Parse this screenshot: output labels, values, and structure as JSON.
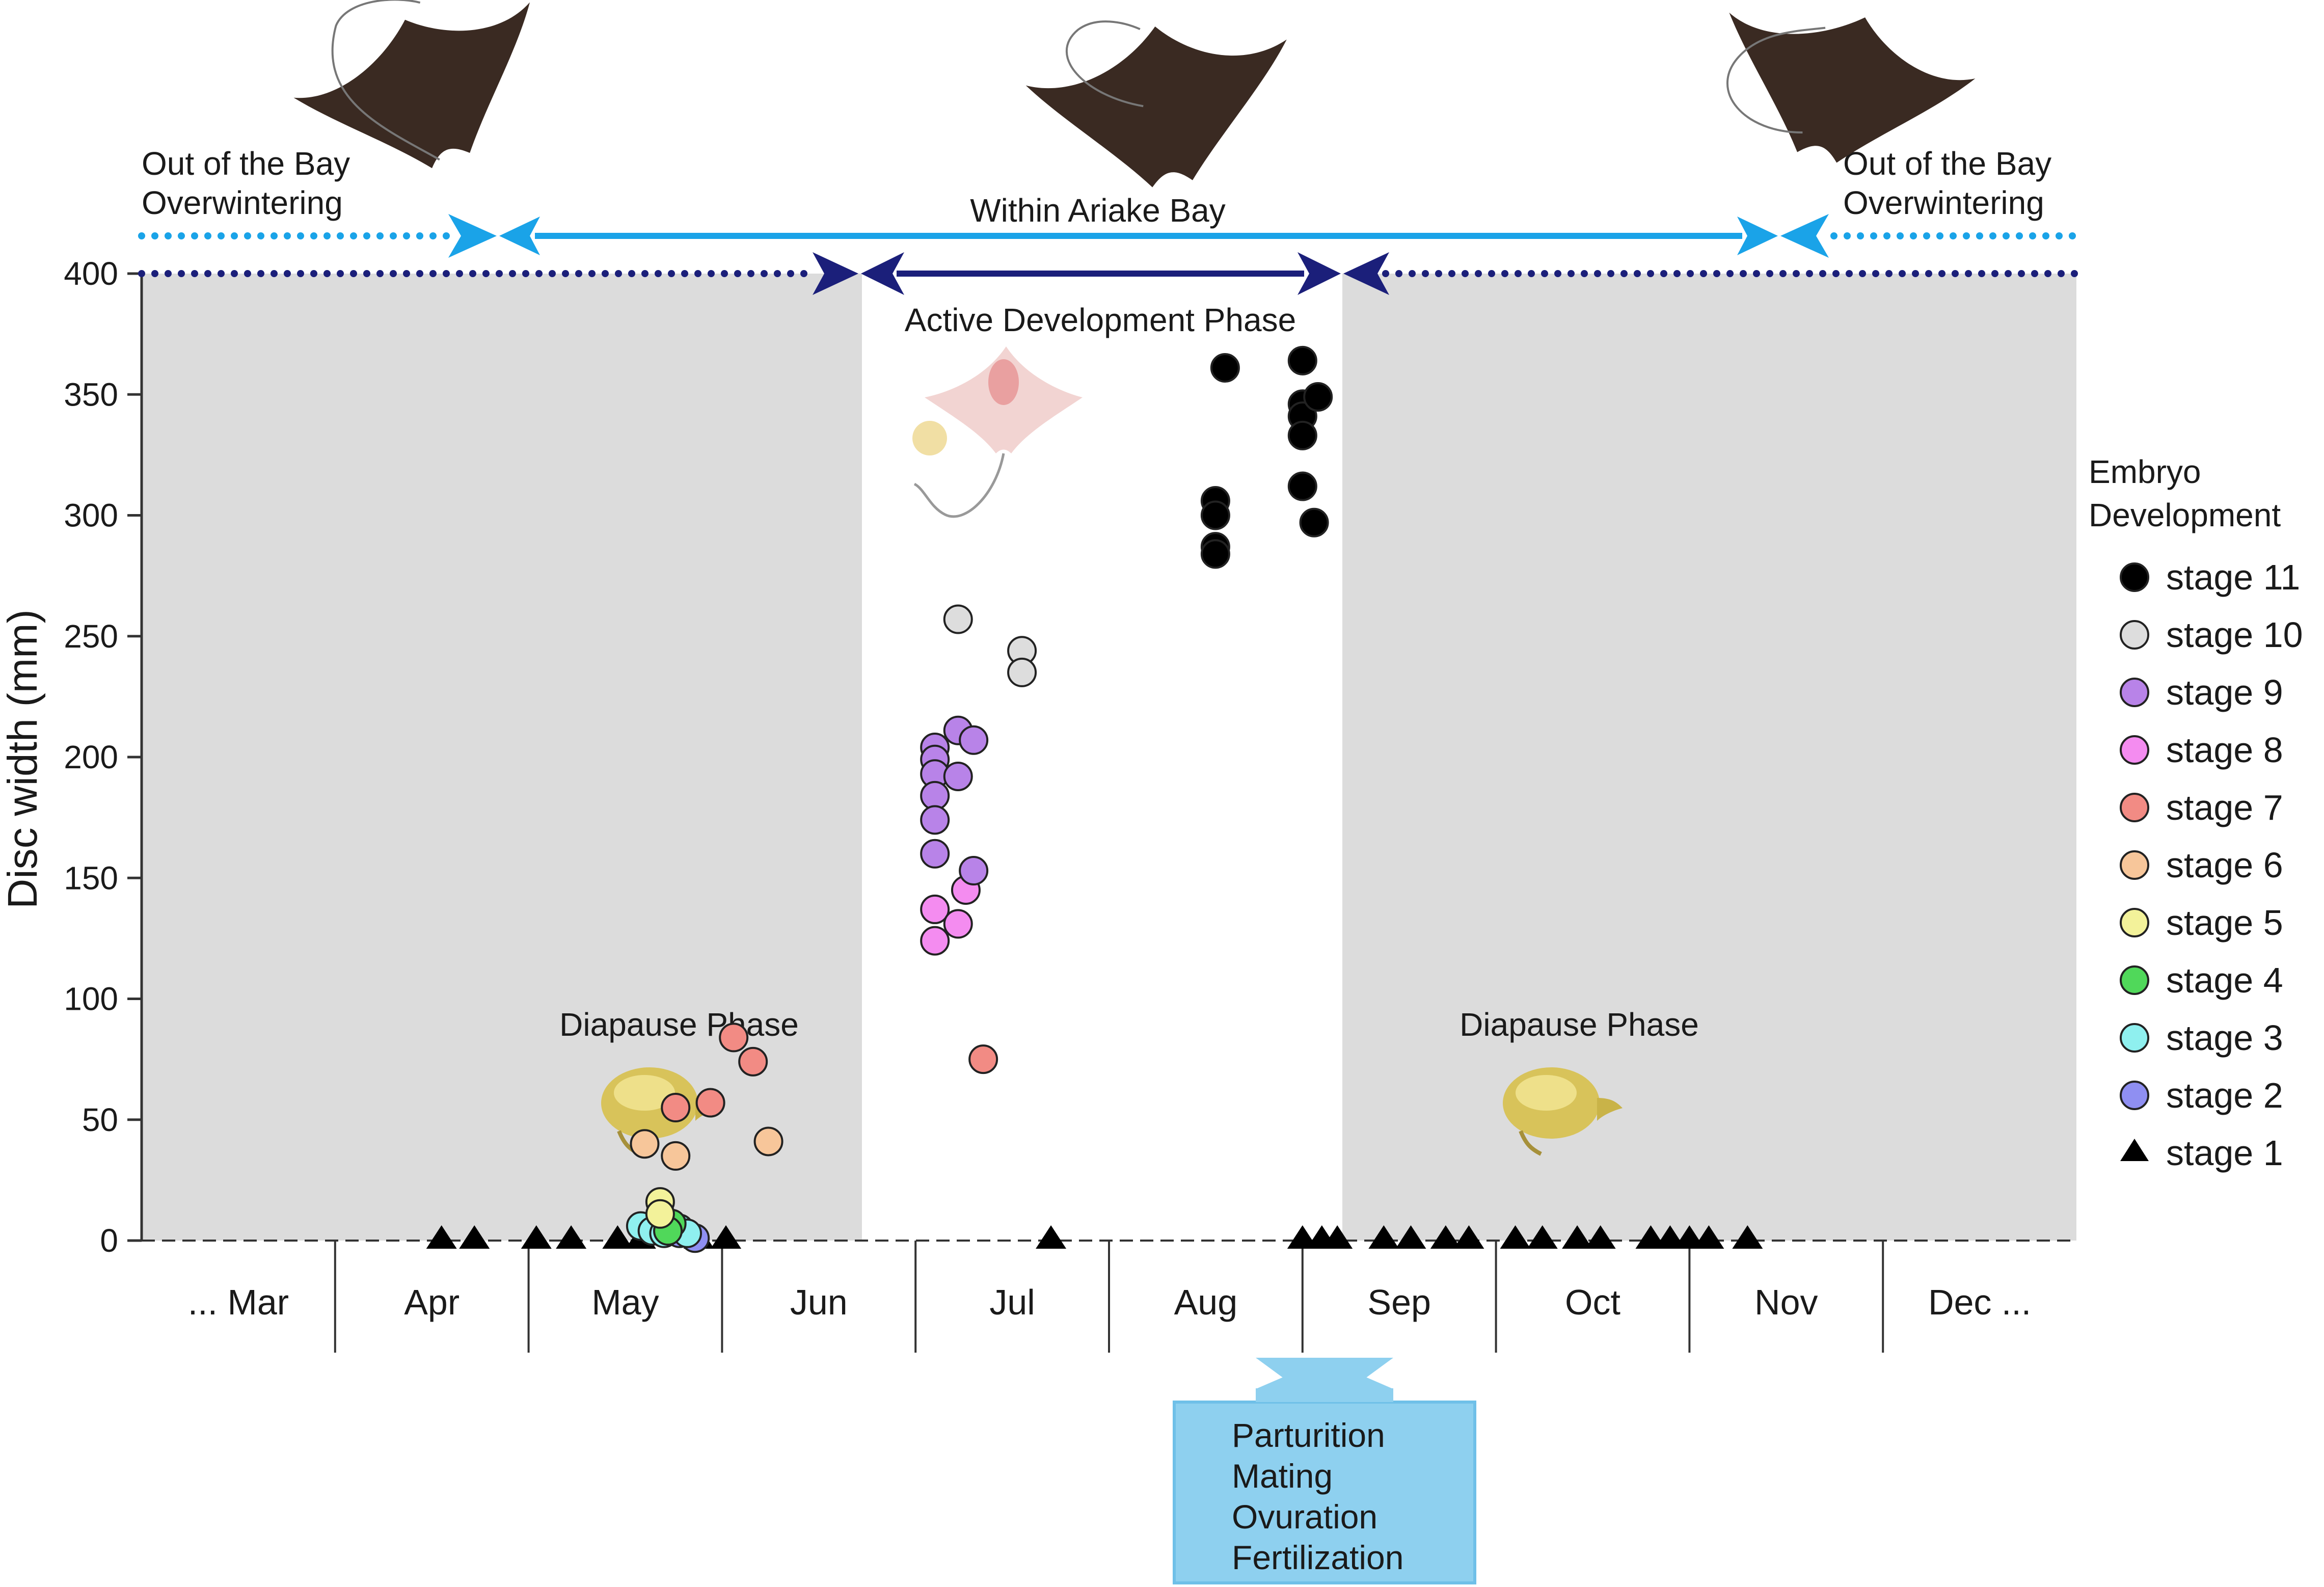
{
  "chart_data": {
    "type": "scatter",
    "ylabel": "Disc width (mm)",
    "ylim": [
      0,
      400
    ],
    "yticks": [
      "0",
      "50",
      "100",
      "150",
      "200",
      "250",
      "300",
      "350",
      "400"
    ],
    "months": [
      "... Mar",
      "Apr",
      "May",
      "Jun",
      "Jul",
      "Aug",
      "Sep",
      "Oct",
      "Nov",
      "Dec ..."
    ],
    "x_axis_note": "x in month units: 0 = start of Mar, 10 = end of Dec",
    "grid": false,
    "legend_title": [
      "Embryo",
      "Development"
    ],
    "legend_position": "right",
    "series": [
      {
        "name": "stage 11",
        "color": "#000000",
        "marker": "circle",
        "points": [
          [
            5.6,
            361
          ],
          [
            5.55,
            306
          ],
          [
            5.55,
            300
          ],
          [
            5.55,
            287
          ],
          [
            5.55,
            284
          ],
          [
            6.0,
            364
          ],
          [
            6.0,
            346
          ],
          [
            6.0,
            341
          ],
          [
            6.0,
            333
          ],
          [
            6.0,
            312
          ],
          [
            6.08,
            349
          ],
          [
            6.06,
            297
          ]
        ]
      },
      {
        "name": "stage 10",
        "color": "#dddddd",
        "marker": "circle",
        "points": [
          [
            4.22,
            257
          ],
          [
            4.55,
            244
          ],
          [
            4.55,
            235
          ]
        ]
      },
      {
        "name": "stage 9",
        "color": "#b883e8",
        "marker": "circle",
        "points": [
          [
            4.1,
            204
          ],
          [
            4.1,
            199
          ],
          [
            4.1,
            193
          ],
          [
            4.1,
            184
          ],
          [
            4.1,
            174
          ],
          [
            4.1,
            160
          ],
          [
            4.22,
            211
          ],
          [
            4.22,
            192
          ],
          [
            4.3,
            207
          ],
          [
            4.3,
            153
          ]
        ]
      },
      {
        "name": "stage 8",
        "color": "#f48cf0",
        "marker": "circle",
        "points": [
          [
            4.1,
            137
          ],
          [
            4.1,
            124
          ],
          [
            4.22,
            131
          ],
          [
            4.26,
            145
          ]
        ]
      },
      {
        "name": "stage 7",
        "color": "#f28b84",
        "marker": "circle",
        "points": [
          [
            3.06,
            84
          ],
          [
            3.16,
            74
          ],
          [
            2.94,
            57
          ],
          [
            2.76,
            55
          ],
          [
            4.35,
            75
          ]
        ]
      },
      {
        "name": "stage 6",
        "color": "#f7c69a",
        "marker": "circle",
        "points": [
          [
            2.6,
            40
          ],
          [
            2.76,
            35
          ],
          [
            3.24,
            41
          ]
        ]
      },
      {
        "name": "stage 5",
        "color": "#f3f29a",
        "marker": "circle",
        "points": [
          [
            2.68,
            16
          ],
          [
            2.68,
            11
          ]
        ]
      },
      {
        "name": "stage 4",
        "color": "#50d85a",
        "marker": "circle",
        "points": [
          [
            2.74,
            7
          ],
          [
            2.72,
            4
          ]
        ]
      },
      {
        "name": "stage 3",
        "color": "#8ff0ef",
        "marker": "circle",
        "points": [
          [
            2.58,
            6
          ],
          [
            2.64,
            4
          ],
          [
            2.7,
            3
          ],
          [
            2.78,
            5
          ],
          [
            2.82,
            3
          ]
        ]
      },
      {
        "name": "stage 2",
        "color": "#8f8ff2",
        "marker": "circle",
        "points": [
          [
            2.86,
            1
          ],
          [
            2.78,
            3
          ]
        ]
      },
      {
        "name": "stage 1",
        "color": "#000000",
        "marker": "triangle",
        "points": [
          [
            1.55,
            0
          ],
          [
            1.72,
            0
          ],
          [
            2.04,
            0
          ],
          [
            2.22,
            0
          ],
          [
            2.46,
            0
          ],
          [
            2.58,
            0
          ],
          [
            2.88,
            0
          ],
          [
            3.02,
            0
          ],
          [
            3.02,
            0
          ],
          [
            4.7,
            0
          ],
          [
            6.0,
            0
          ],
          [
            6.1,
            0
          ],
          [
            6.18,
            0
          ],
          [
            6.42,
            0
          ],
          [
            6.56,
            0
          ],
          [
            6.74,
            0
          ],
          [
            6.86,
            0
          ],
          [
            7.1,
            0
          ],
          [
            7.24,
            0
          ],
          [
            7.42,
            0
          ],
          [
            7.54,
            0
          ],
          [
            7.8,
            0
          ],
          [
            7.9,
            0
          ],
          [
            8.0,
            0
          ],
          [
            8.1,
            0
          ],
          [
            8.3,
            0
          ]
        ]
      }
    ]
  },
  "annotations": {
    "left_bay_text": [
      "Out of the Bay",
      "Overwintering"
    ],
    "right_bay_text": [
      "Out of the Bay",
      "Overwintering"
    ],
    "within_bay": "Within Ariake Bay",
    "active_phase": "Active Development Phase",
    "diapause_left": "Diapause Phase",
    "diapause_right": "Diapause Phase",
    "events": [
      "Parturition",
      "Mating",
      "Ovuration",
      "Fertilization"
    ]
  },
  "colors": {
    "diapause_shade": "#dcdcdc",
    "bay_arrow": "#1aa3e8",
    "phase_arrow": "#1b1f7a",
    "event_box": "#8ed0ef",
    "event_box_border": "#6fc0e8"
  },
  "icons": [
    "ray-icon",
    "embryo-icon",
    "egg-capsule-icon"
  ]
}
